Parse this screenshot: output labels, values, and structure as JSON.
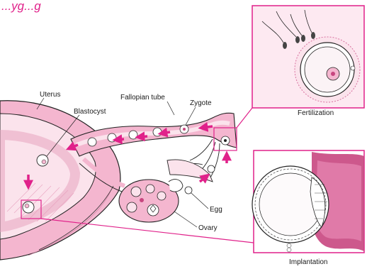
{
  "title_fragment": "...yg...g",
  "labels": {
    "uterus": "Uterus",
    "blastocyst": "Blastocyst",
    "fallopian_tube": "Fallopian tube",
    "zygote": "Zygote",
    "egg": "Egg",
    "ovary": "Ovary"
  },
  "insets": {
    "fertilization": "Fertilization",
    "implantation": "Implantation"
  },
  "colors": {
    "accent": "#e0218a",
    "tissue": "#f4b6cf",
    "tissue_dark": "#d9709f",
    "inset_bg": "#f7c9dc",
    "inset_bg_dark": "#c8467f",
    "line": "#222222"
  }
}
